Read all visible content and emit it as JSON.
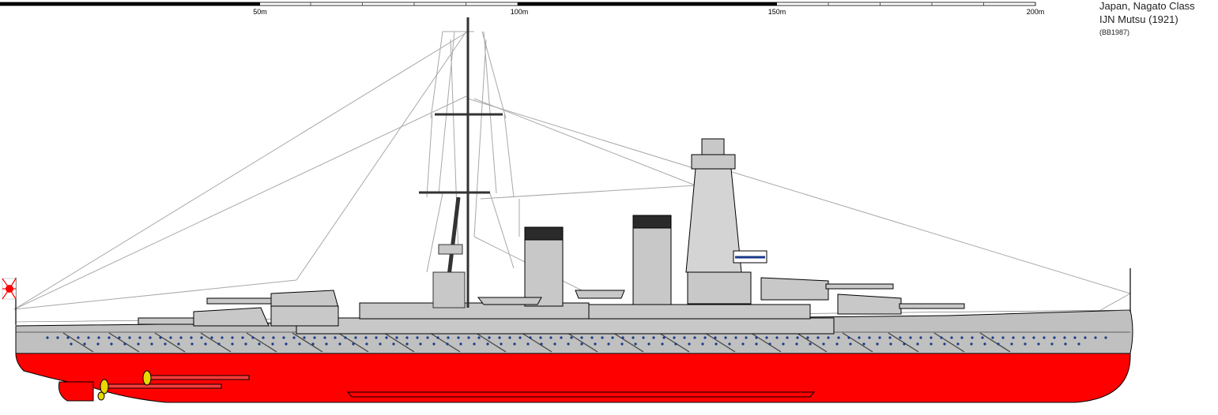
{
  "scale": {
    "unit_labels": [
      "50m",
      "100m",
      "150m",
      "200m"
    ]
  },
  "caption": {
    "line1": "Japan, Nagato Class",
    "line2": "IJN Mutsu (1921)",
    "line3": "(BB1987)"
  },
  "colors": {
    "hull_upper": "#c0c0c0",
    "hull_lower": "#ff0000",
    "superstructure": "#c8c8c8",
    "funnel_cap": "#2a2a2a",
    "mast": "#333333",
    "rigging": "#a8a8a8",
    "propeller": "#e8d800",
    "porthole": "#1a3a8a"
  }
}
